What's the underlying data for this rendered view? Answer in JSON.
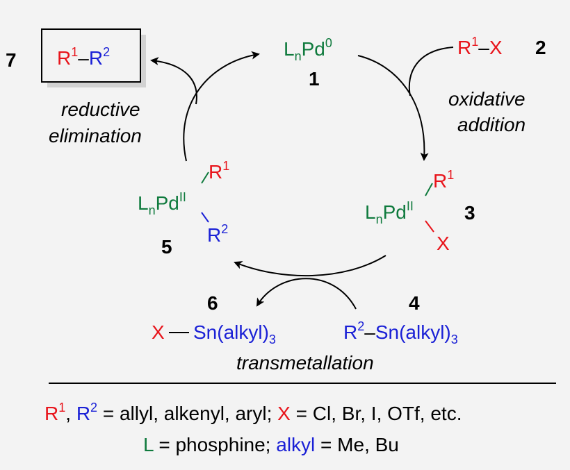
{
  "colors": {
    "r1": "#e8141b",
    "r2": "#1a20d6",
    "ligand": "#0f7a3d",
    "text": "#000000"
  },
  "compounds": {
    "c1": {
      "number": "1",
      "L": "L",
      "n": "n",
      "Pd": "Pd",
      "ox": "0"
    },
    "c2": {
      "number": "2",
      "R": "R",
      "R_sup": "1",
      "dash": "–",
      "X": "X"
    },
    "c3": {
      "number": "3",
      "L": "L",
      "n": "n",
      "Pd": "Pd",
      "ox": "II",
      "R": "R",
      "R_sup": "1",
      "X": "X"
    },
    "c4": {
      "number": "4",
      "R": "R",
      "R_sup": "2",
      "dash": "–",
      "Sn": "Sn(alkyl)",
      "sub": "3"
    },
    "c5": {
      "number": "5",
      "L": "L",
      "n": "n",
      "Pd": "Pd",
      "ox": "II",
      "R1": "R",
      "R1_sup": "1",
      "R2": "R",
      "R2_sup": "2"
    },
    "c6": {
      "number": "6",
      "X": "X",
      "Sn": "Sn(alkyl)",
      "sub": "3"
    },
    "c7": {
      "number": "7",
      "R1": "R",
      "R1_sup": "1",
      "dash": "–",
      "R2": "R",
      "R2_sup": "2"
    }
  },
  "steps": {
    "reductive_1": "reductive",
    "reductive_2": "elimination",
    "oxidative_1": "oxidative",
    "oxidative_2": "addition",
    "transmetallation": "transmetallation"
  },
  "legend": {
    "line1": {
      "r1": "R",
      "r1_sup": "1",
      "comma": ", ",
      "r2": "R",
      "r2_sup": "2",
      "eq1": " = allyl, alkenyl, aryl; ",
      "x": "X",
      "eq2": " = Cl, Br, I, OTf, etc."
    },
    "line2": {
      "l": "L",
      "eq1": " = phosphine;   ",
      "alkyl": "alkyl",
      "eq2": " = Me, Bu"
    }
  }
}
